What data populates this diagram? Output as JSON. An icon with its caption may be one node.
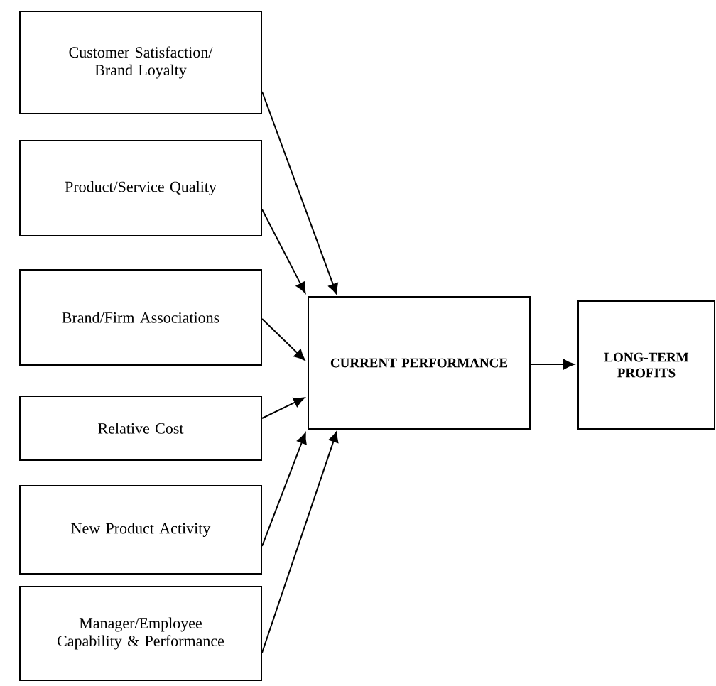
{
  "diagram": {
    "nodes": [
      {
        "text": [
          "Customer Satisfaction/ Brand Loyalty"
        ]
      },
      {
        "text": [
          "Product/Service Quality"
        ]
      },
      {
        "text": [
          "Brand/Firm Associations"
        ]
      },
      {
        "text": [
          "Relative Cost"
        ]
      },
      {
        "text": [
          "New Product Activity"
        ]
      },
      {
        "text": [
          "Manager/Employee Capability & Performance"
        ]
      },
      {
        "text": [
          "CURRENT PERFORMANCE"
        ]
      },
      {
        "text": [
          "LONG-TERM PROFITS"
        ]
      }
    ],
    "edges": [
      {
        "from": 0,
        "to": 6,
        "arrow": "to"
      },
      {
        "from": 1,
        "to": 6,
        "arrow": "to"
      },
      {
        "from": 2,
        "to": 6,
        "arrow": "to"
      },
      {
        "from": 3,
        "to": 6,
        "arrow": "to"
      },
      {
        "from": 4,
        "to": 6,
        "arrow": "to"
      },
      {
        "from": 5,
        "to": 6,
        "arrow": "to"
      },
      {
        "from": 6,
        "to": 7,
        "arrow": "to"
      }
    ]
  }
}
